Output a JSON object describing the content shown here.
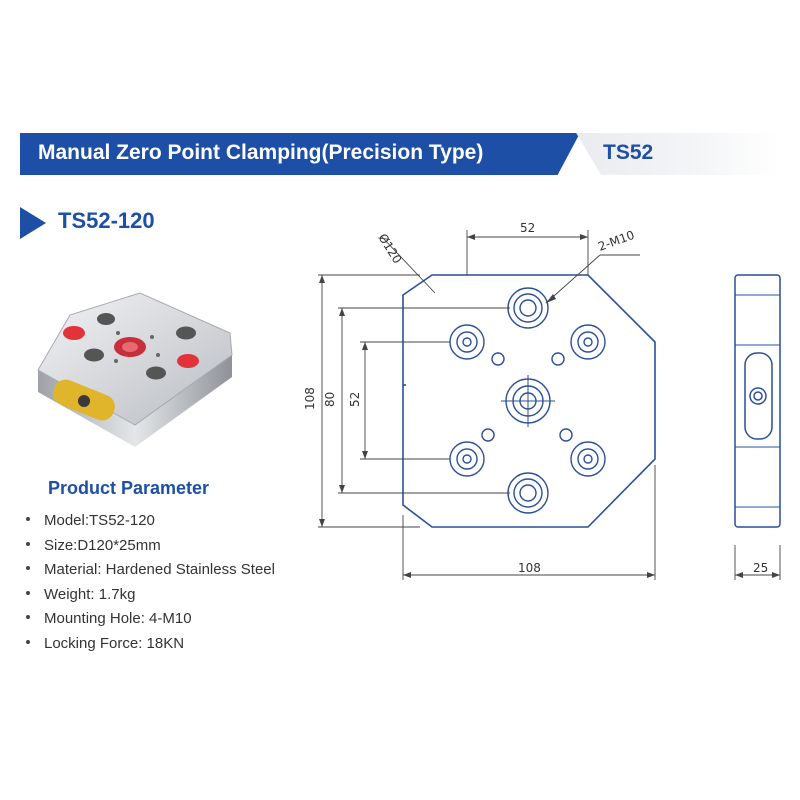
{
  "header": {
    "title": "Manual Zero Point Clamping(Precision Type)",
    "series": "TS52"
  },
  "subtitle": "TS52-120",
  "parameters": {
    "heading": "Product Parameter",
    "items": [
      "Model:TS52-120",
      "Size:D120*25mm",
      "Material: Hardened Stainless Steel",
      "Weight: 1.7kg",
      "Mounting Hole: 4-M10",
      "Locking Force: 18KN"
    ]
  },
  "drawing": {
    "dim_top": "52",
    "dim_diameter": "Ø120",
    "dim_hole": "2-M10",
    "dim_height_outer": "108",
    "dim_height_mid": "80",
    "dim_height_inner": "52",
    "dim_bottom": "108",
    "dim_side": "25"
  },
  "colors": {
    "brand_blue": "#1d4fa6",
    "outline_blue": "#2a4f9a",
    "red_cap": "#e2333b",
    "yellow_plug": "#e0b52b"
  }
}
